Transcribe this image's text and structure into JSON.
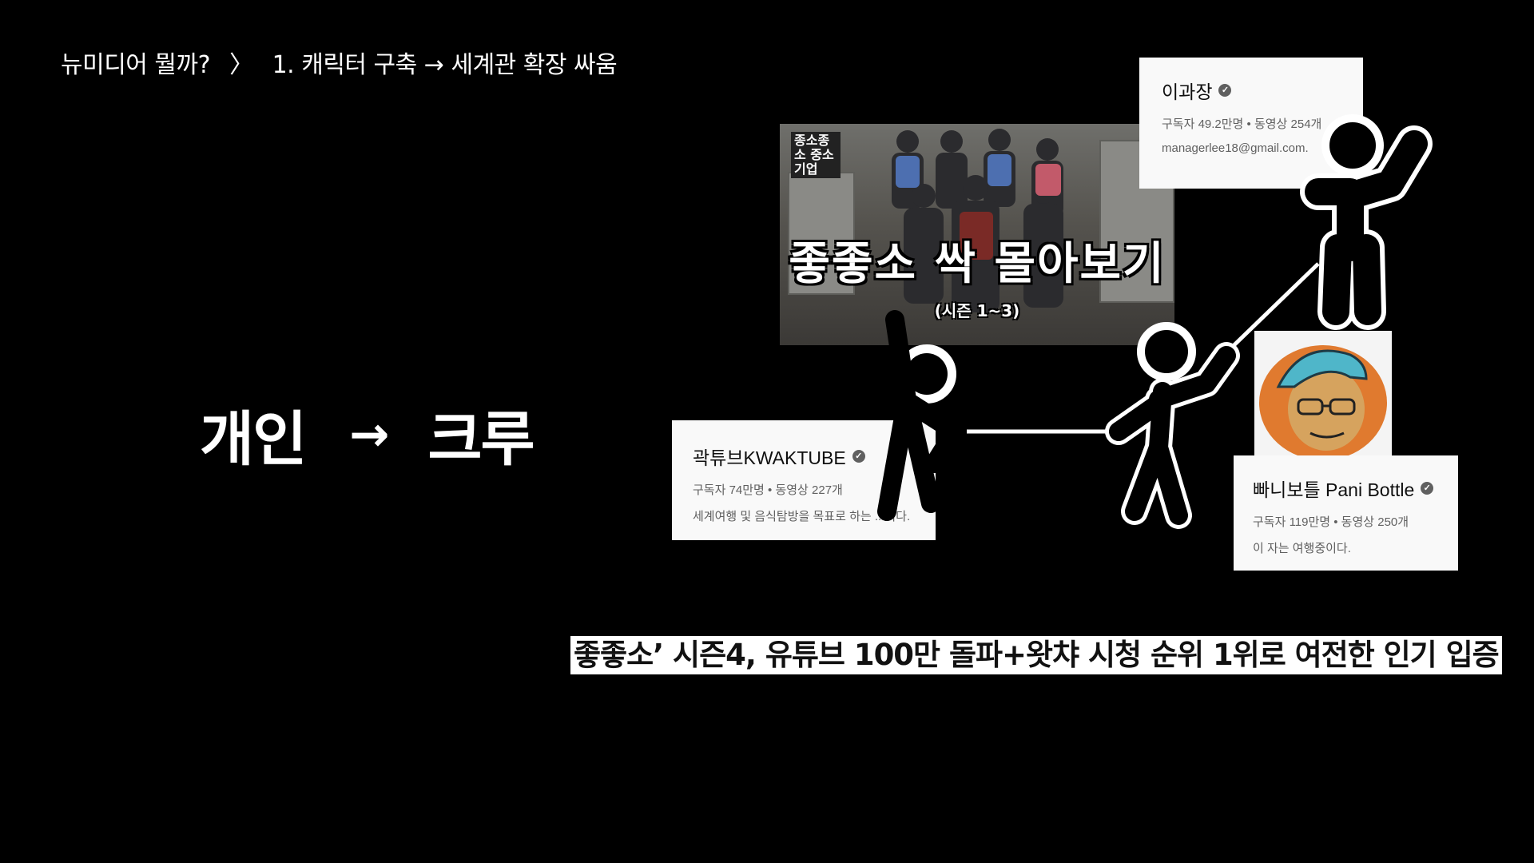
{
  "breadcrumb": {
    "section": "뉴미디어 뭘까?",
    "separator": "〉",
    "topic": "1. 캐릭터 구축 → 세계관 확장 싸움"
  },
  "headline": {
    "from": "개인",
    "arrow": "→",
    "to": "크루"
  },
  "thumbnail": {
    "logo": "종소종소 중소기업",
    "title": "좋좋소 싹 몰아보기",
    "subtitle": "(시즌 1~3)"
  },
  "channels": [
    {
      "name": "이과장",
      "meta": "구독자 49.2만명 • 동영상 254개",
      "desc": "managerlee18@gmail.com."
    },
    {
      "name": "곽튜브KWAKTUBE",
      "meta": "구독자 74만명 • 동영상 227개",
      "desc": "세계여행 및 음식탐방을 목표로 하는 ...니다."
    },
    {
      "name": "빠니보틀 Pani Bottle",
      "meta": "구독자 119만명 • 동영상 250개",
      "desc": "이 자는 여행중이다."
    }
  ],
  "verified_icon": "✓",
  "news_headline": "좋좋소’ 시즌4, 유튜브 100만 돌파+왓챠 시청 순위 1위로 여전한 인기 입증",
  "colors": {
    "background": "#000000",
    "card": "#f9f9f9",
    "avatar_bg": "#e07a2f",
    "avatar_cap": "#4fb6c9"
  }
}
